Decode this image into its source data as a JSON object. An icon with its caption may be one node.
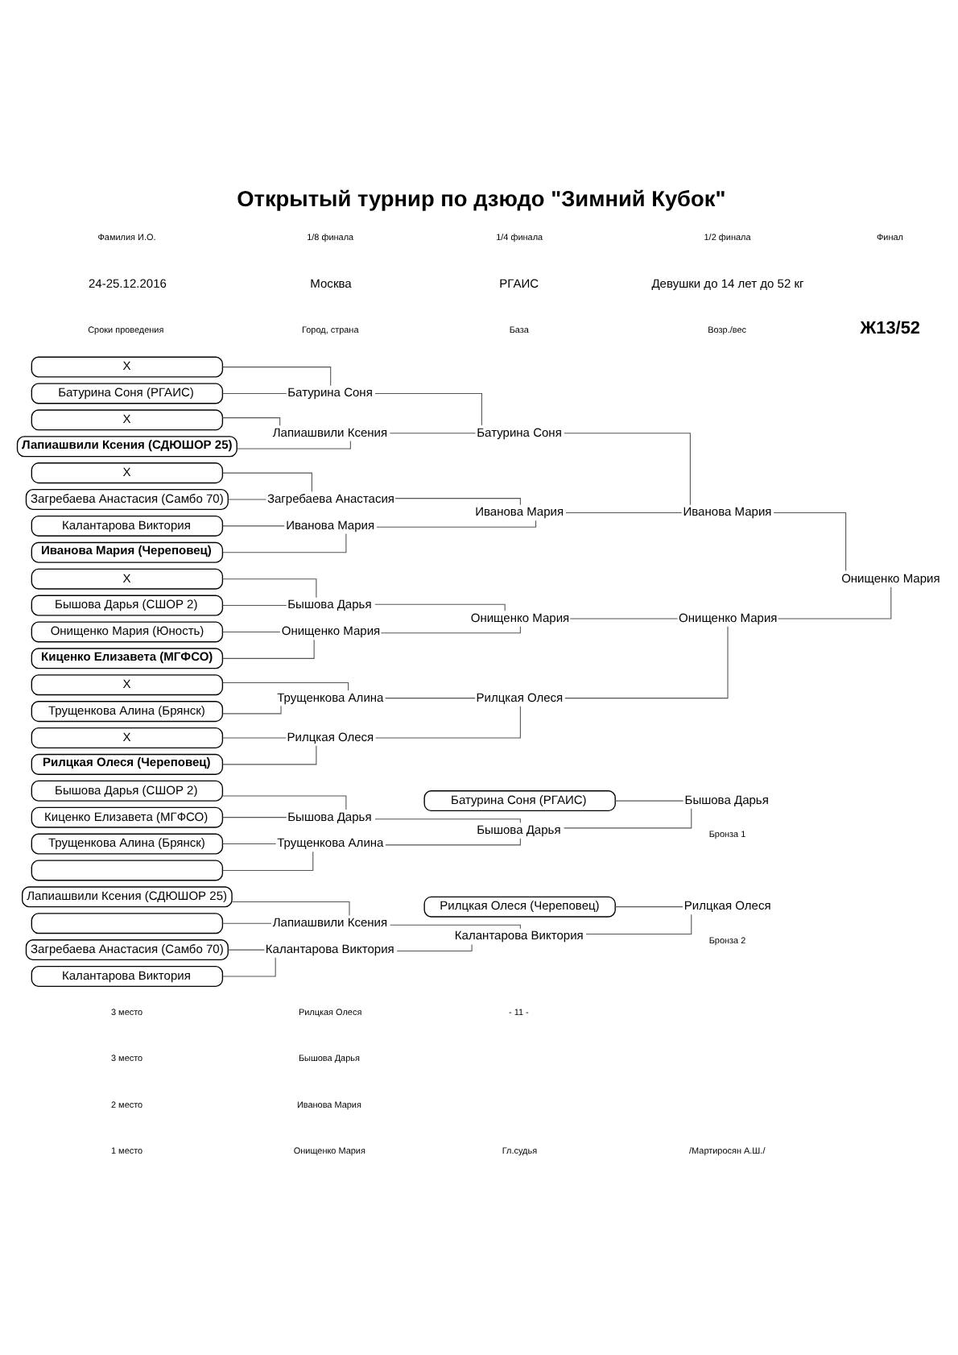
{
  "diagram": {
    "title": "Открытый турнир по дзюдо \"Зимний Кубок\"",
    "nodes": [
      {
        "text": [
          "Рилцкая Олеся (Череповец)"
        ]
      },
      {
        "text": [
          "X"
        ]
      },
      {
        "text": [
          "Трущенкова Алина (Брянск)"
        ]
      },
      {
        "text": [
          "X"
        ]
      },
      {
        "text": [
          "Киценко Елизавета (МГФСО)"
        ]
      },
      {
        "text": [
          "Онищенко Мария (Юность)"
        ]
      },
      {
        "text": [
          "Бышова Дарья (СШОР 2)"
        ]
      },
      {
        "text": [
          "X"
        ]
      },
      {
        "text": [
          "Иванова Мария (Череповец)"
        ]
      },
      {
        "text": [
          "Калантарова Виктория"
        ]
      },
      {
        "text": [
          "Загребаева Анастасия (Самбо 70)"
        ]
      },
      {
        "text": [
          "X"
        ]
      },
      {
        "text": [
          "Лапиашвили Ксения (СДЮШОР 25)"
        ]
      },
      {
        "text": [
          "X"
        ]
      },
      {
        "text": [
          "Батурина Соня (РГАИС)"
        ]
      },
      {
        "text": [
          "X"
        ]
      },
      {
        "text": [
          "Рилцкая Олеся"
        ]
      },
      {
        "text": [
          "Трущенкова Алина"
        ]
      },
      {
        "text": [
          "Онищенко Мария"
        ]
      },
      {
        "text": [
          "Бышова Дарья"
        ]
      },
      {
        "text": [
          "Иванова Мария"
        ]
      },
      {
        "text": [
          "Загребаева Анастасия"
        ]
      },
      {
        "text": [
          "Лапиашвили Ксения"
        ]
      },
      {
        "text": [
          "Батурина Соня"
        ]
      },
      {
        "text": [
          "Рилцкая Олеся"
        ]
      },
      {
        "text": [
          "Онищенко Мария"
        ]
      },
      {
        "text": [
          "Иванова Мария"
        ]
      },
      {
        "text": [
          "Батурина Соня"
        ]
      },
      {
        "text": [
          "Онищенко Мария"
        ]
      },
      {
        "text": [
          "Иванова Мария"
        ]
      },
      {
        "text": [
          "Онищенко Мария"
        ]
      },
      {
        "text": [],
        "shape": "box"
      },
      {
        "text": [
          "Трущенкова Алина (Брянск)"
        ]
      },
      {
        "text": [
          "Киценко Елизавета (МГФСО)"
        ]
      },
      {
        "text": [
          "Бышова Дарья (СШОР 2)"
        ]
      },
      {
        "text": [
          "Трущенкова Алина"
        ]
      },
      {
        "text": [
          "Бышова Дарья"
        ]
      },
      {
        "text": [
          "Бышова Дарья"
        ]
      },
      {
        "text": [
          "Батурина Соня (РГАИС)"
        ]
      },
      {
        "text": [
          "Бышова Дарья"
        ]
      },
      {
        "text": [
          "Калантарова Виктория"
        ]
      },
      {
        "text": [
          "Загребаева Анастасия (Самбо 70)"
        ]
      },
      {
        "text": [],
        "shape": "box"
      },
      {
        "text": [
          "Лапиашвили Ксения (СДЮШОР 25)"
        ]
      },
      {
        "text": [
          "Калантарова Виктория"
        ]
      },
      {
        "text": [
          "Лапиашвили Ксения"
        ]
      },
      {
        "text": [
          "Калантарова Виктория"
        ]
      },
      {
        "text": [
          "Рилцкая Олеся (Череповец)"
        ]
      },
      {
        "text": [
          "Рилцкая Олеся"
        ]
      }
    ],
    "edges": [
      {
        "from": 0,
        "to": 16,
        "arrow": "none"
      },
      {
        "from": 1,
        "to": 16,
        "arrow": "none"
      },
      {
        "from": 2,
        "to": 17,
        "arrow": "none"
      },
      {
        "from": 3,
        "to": 17,
        "arrow": "none"
      },
      {
        "from": 4,
        "to": 18,
        "arrow": "none"
      },
      {
        "from": 5,
        "to": 18,
        "arrow": "none"
      },
      {
        "from": 6,
        "to": 19,
        "arrow": "none"
      },
      {
        "from": 7,
        "to": 19,
        "arrow": "none"
      },
      {
        "from": 8,
        "to": 20,
        "arrow": "none"
      },
      {
        "from": 9,
        "to": 20,
        "arrow": "none"
      },
      {
        "from": 10,
        "to": 21,
        "arrow": "none"
      },
      {
        "from": 11,
        "to": 21,
        "arrow": "none"
      },
      {
        "from": 12,
        "to": 22,
        "arrow": "none"
      },
      {
        "from": 13,
        "to": 22,
        "arrow": "none"
      },
      {
        "from": 14,
        "to": 23,
        "arrow": "none"
      },
      {
        "from": 15,
        "to": 23,
        "arrow": "none"
      },
      {
        "from": 16,
        "to": 24,
        "arrow": "none"
      },
      {
        "from": 17,
        "to": 24,
        "arrow": "none"
      },
      {
        "from": 18,
        "to": 25,
        "arrow": "none"
      },
      {
        "from": 19,
        "to": 25,
        "arrow": "none"
      },
      {
        "from": 20,
        "to": 26,
        "arrow": "none"
      },
      {
        "from": 21,
        "to": 26,
        "arrow": "none"
      },
      {
        "from": 22,
        "to": 27,
        "arrow": "none"
      },
      {
        "from": 23,
        "to": 27,
        "arrow": "none"
      },
      {
        "from": 24,
        "to": 28,
        "arrow": "none"
      },
      {
        "from": 25,
        "to": 28,
        "arrow": "none"
      },
      {
        "from": 26,
        "to": 29,
        "arrow": "none"
      },
      {
        "from": 27,
        "to": 29,
        "arrow": "none"
      },
      {
        "from": 28,
        "to": 30,
        "arrow": "none"
      },
      {
        "from": 29,
        "to": 30,
        "arrow": "none"
      },
      {
        "from": 31,
        "to": 35,
        "arrow": "none"
      },
      {
        "from": 32,
        "to": 35,
        "arrow": "none"
      },
      {
        "from": 33,
        "to": 36,
        "arrow": "none"
      },
      {
        "from": 34,
        "to": 36,
        "arrow": "none"
      },
      {
        "from": 35,
        "to": 37,
        "arrow": "none"
      },
      {
        "from": 36,
        "to": 37,
        "arrow": "none"
      },
      {
        "from": 37,
        "to": 39,
        "arrow": "none"
      },
      {
        "from": 38,
        "to": 39,
        "arrow": "none"
      },
      {
        "from": 40,
        "to": 44,
        "arrow": "none"
      },
      {
        "from": 41,
        "to": 44,
        "arrow": "none"
      },
      {
        "from": 42,
        "to": 45,
        "arrow": "none"
      },
      {
        "from": 43,
        "to": 45,
        "arrow": "none"
      },
      {
        "from": 44,
        "to": 46,
        "arrow": "none"
      },
      {
        "from": 45,
        "to": 46,
        "arrow": "none"
      },
      {
        "from": 46,
        "to": 48,
        "arrow": "none"
      },
      {
        "from": 47,
        "to": 48,
        "arrow": "none"
      }
    ],
    "labels": [
      "Ж13/52",
      "Сроки проведения",
      "Город, страна",
      "База",
      "Возр./вес",
      "24-25.12.2016",
      "Москва",
      "РГАИС",
      "Девушки до 14 лет до 52 кг",
      "Фамилия И.О.",
      "1/8 финала",
      "1/4 финала",
      "1/2 финала",
      "Финал",
      "Бронза 1",
      "Бронза 2",
      "1 место",
      "Онищенко Мария",
      "2 место",
      "Иванова Мария",
      "3 место",
      "Бышова Дарья",
      "3 место",
      "Рилцкая Олеся",
      "Гл.судья",
      "/Мартиросян А.Ш./",
      "- 11 -"
    ]
  }
}
